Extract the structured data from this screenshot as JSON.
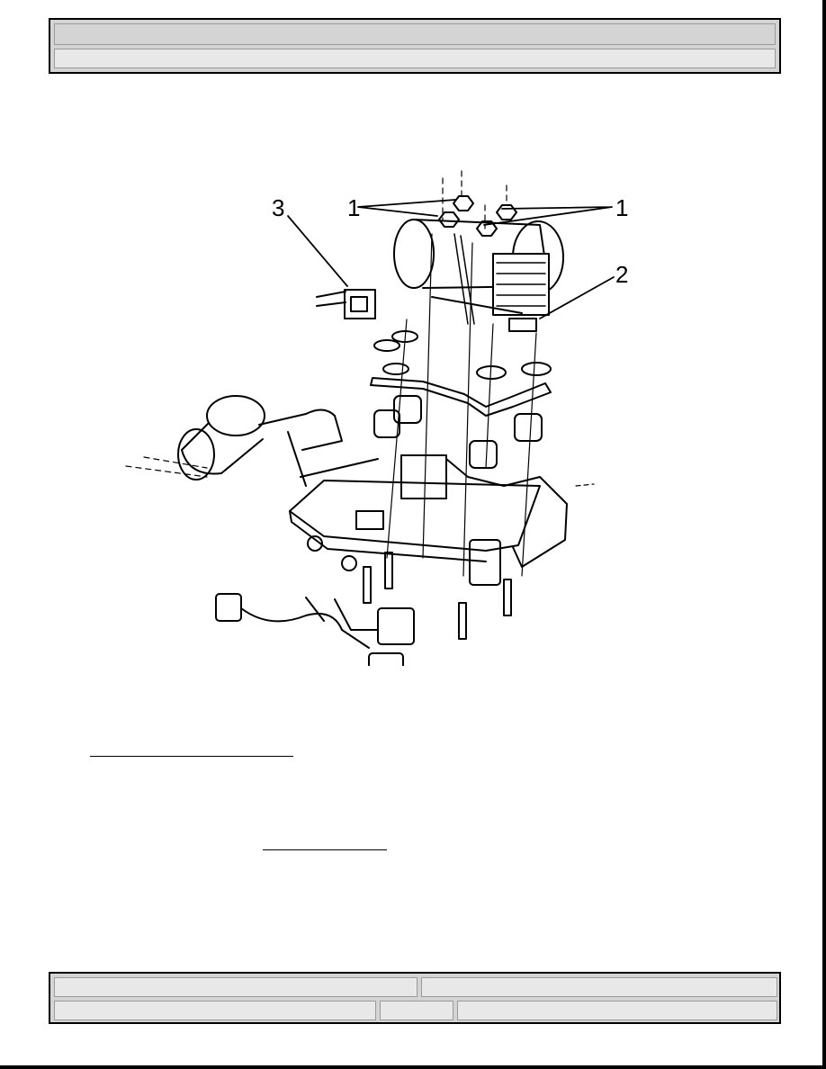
{
  "header": {
    "title": "",
    "subtitle": ""
  },
  "figure": {
    "callouts": [
      {
        "id": "1a",
        "label": "1"
      },
      {
        "id": "1b",
        "label": "1"
      },
      {
        "id": "2",
        "label": "2"
      },
      {
        "id": "3",
        "label": "3"
      }
    ]
  },
  "footer": {
    "cell1": "",
    "cell2": "",
    "cell3": "",
    "cell4": "",
    "cell5": ""
  }
}
